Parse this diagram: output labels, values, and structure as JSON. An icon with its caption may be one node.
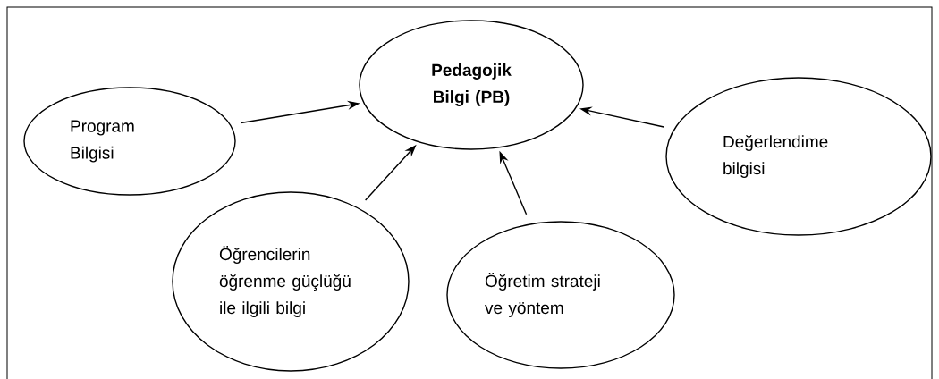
{
  "diagram": {
    "nodes": [
      {
        "text": [
          "Pedagojik Bilgi (PB)"
        ]
      },
      {
        "text": [
          "Program Bilgisi"
        ]
      },
      {
        "text": [
          "Öğrencilerin öğrenme güçlüğü ile ilgili bilgi"
        ]
      },
      {
        "text": [
          "Öğretim strateji ve yöntem"
        ]
      },
      {
        "text": [
          "Değerlendime bilgisi"
        ]
      }
    ],
    "edges": [
      {
        "from": 1,
        "to": 0,
        "arrow": "to"
      },
      {
        "from": 2,
        "to": 0,
        "arrow": "to"
      },
      {
        "from": 3,
        "to": 0,
        "arrow": "to"
      },
      {
        "from": 4,
        "to": 0,
        "arrow": "to"
      }
    ]
  }
}
